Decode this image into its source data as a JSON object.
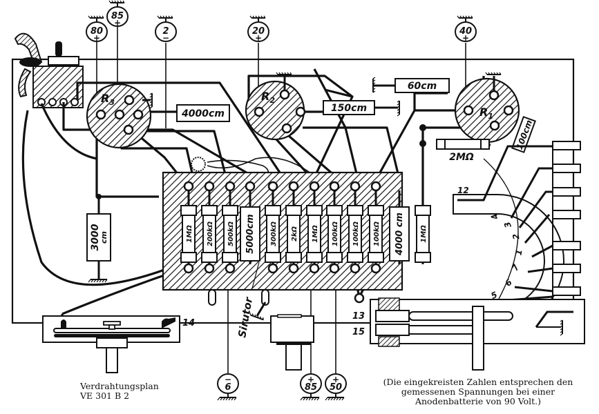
{
  "diagram": {
    "title_line1": "Verdrahtungsplan",
    "title_line2": "VE 301 B 2",
    "note_line1": "(Die eingekreisten Zahlen entsprechen den",
    "note_line2": "gemessenen Spannungen bei einer",
    "note_line3": "Anodenbatterie von 90 Volt.)",
    "colors": {
      "ink": "#111111",
      "paper": "#ffffff"
    },
    "voltage_points_top": [
      {
        "value": "80",
        "sign": "+"
      },
      {
        "value": "85",
        "sign": "+"
      },
      {
        "value": "2",
        "sign": "−"
      },
      {
        "value": "20",
        "sign": "+"
      },
      {
        "value": "40",
        "sign": "+"
      }
    ],
    "voltage_points_bottom": [
      {
        "value": "6",
        "sign": "−"
      },
      {
        "value": "85",
        "sign": "+"
      },
      {
        "value": "50",
        "sign": "+"
      }
    ],
    "tubes": [
      {
        "label": "R",
        "sub": "3"
      },
      {
        "label": "R",
        "sub": "2"
      },
      {
        "label": "R",
        "sub": "1"
      }
    ],
    "capacitors_top": [
      "4000cm",
      "150cm",
      "60cm",
      "100cm"
    ],
    "resistor_2m": "2MΩ",
    "capacitor_left": {
      "value": "3000",
      "unit": "cm"
    },
    "board_components": [
      "1MΩ",
      "200kΩ",
      "500kΩ",
      "5000cm",
      "300kΩ",
      "2kΩ",
      "1MΩ",
      "100kΩ",
      "100kΩ",
      "100kΩ",
      "4000 cm",
      "1MΩ"
    ],
    "sirutor_label": "Sirutor",
    "switch_positions": [
      "12",
      "4",
      "3",
      "2",
      "1",
      "7",
      "6",
      "5"
    ],
    "terminal_labels": [
      "13",
      "15",
      "14"
    ]
  }
}
